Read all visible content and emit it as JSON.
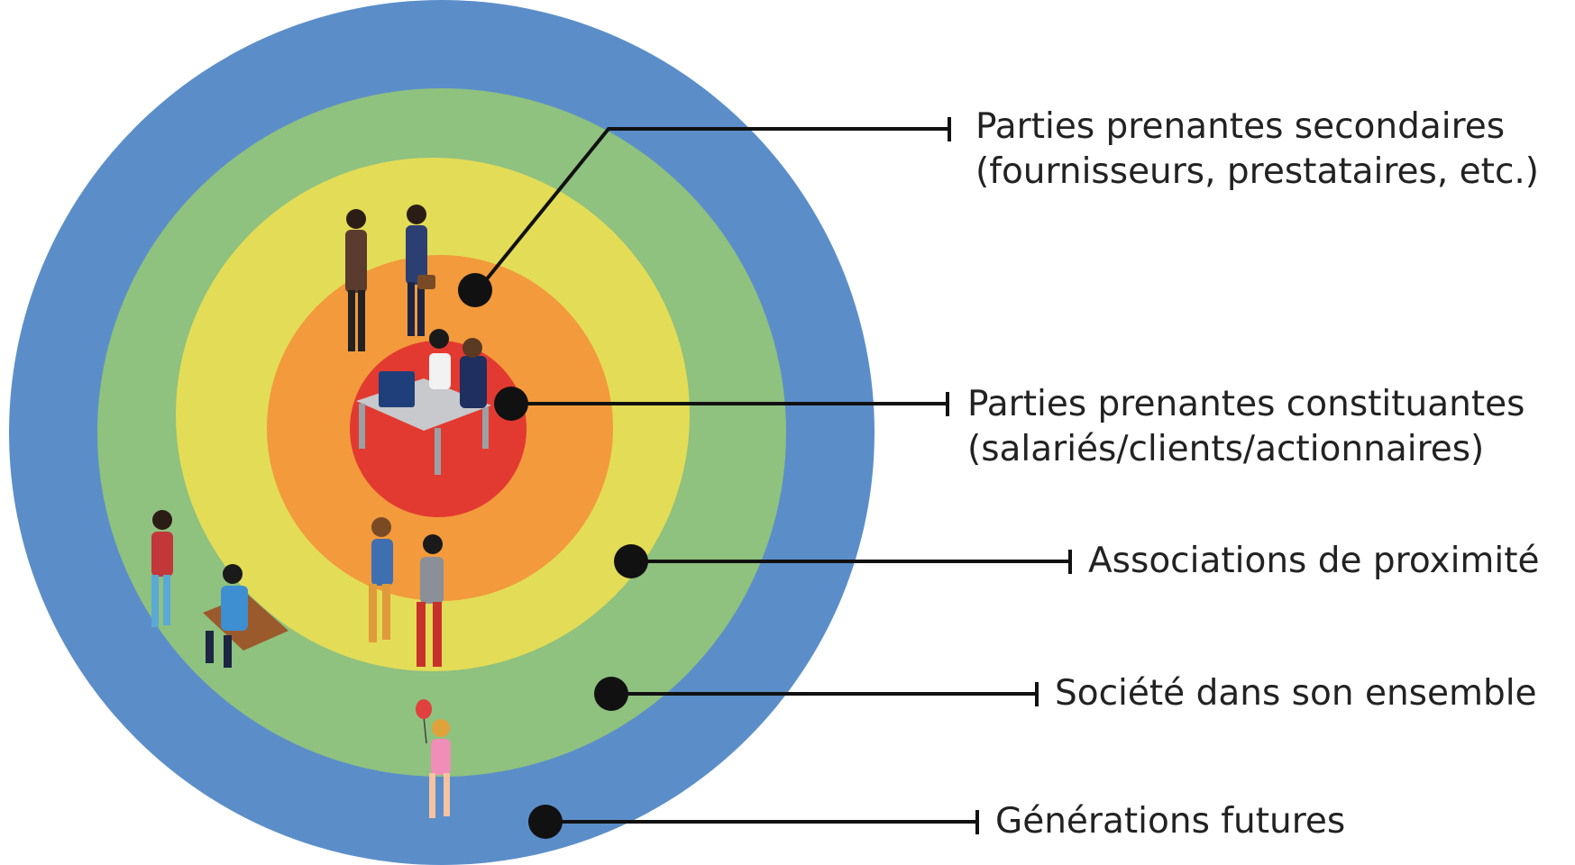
{
  "rings": [
    {
      "name": "Générations futures",
      "color": "#5b8ec9"
    },
    {
      "name": "Société dans son ensemble",
      "color": "#8fc17f"
    },
    {
      "name": "Associations de proximité",
      "color": "#e3dc57"
    },
    {
      "name": "Parties prenantes secondaires",
      "color": "#f29a3c"
    },
    {
      "name": "Parties prenantes constituantes",
      "color": "#e23a31"
    }
  ],
  "labels": {
    "secondaires": {
      "line1": "Parties prenantes secondaires",
      "line2": "(fournisseurs, prestataires, etc.)"
    },
    "constituantes": {
      "line1": "Parties prenantes constituantes",
      "line2": "(salariés/clients/actionnaires)"
    },
    "associations": {
      "line1": "Associations de proximité"
    },
    "societe": {
      "line1": "Société dans son ensemble"
    },
    "generations": {
      "line1": "Générations futures"
    }
  },
  "connector_color": "#111111"
}
